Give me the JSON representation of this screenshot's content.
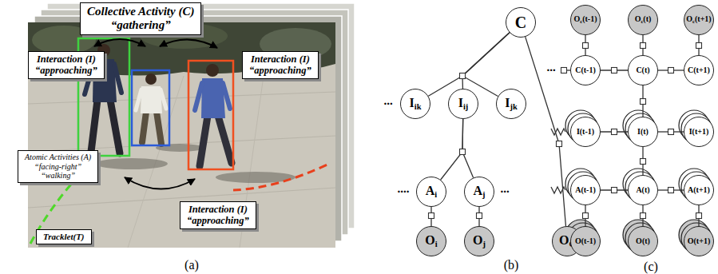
{
  "diagram": {
    "nodes": [
      {
        "text": [
          "Collective Activity (C)",
          "“gathering”"
        ]
      },
      {
        "text": [
          "Interaction (I)",
          "“approaching”"
        ]
      },
      {
        "text": [
          "Interaction (I)",
          "“approaching”"
        ]
      },
      {
        "text": [
          "Atomic Activities (A)",
          "“facing-right”",
          "“walking”"
        ]
      },
      {
        "text": [
          "Interaction (I)",
          "“approaching”"
        ]
      },
      {
        "text": [
          "Tracklet(T)"
        ]
      },
      {
        "text": [
          "C"
        ]
      },
      {
        "text": [
          "Iik"
        ]
      },
      {
        "text": [
          "Iij"
        ]
      },
      {
        "text": [
          "Ijk"
        ]
      },
      {
        "text": [
          "Ai"
        ]
      },
      {
        "text": [
          "Aj"
        ]
      },
      {
        "text": [
          "Oi"
        ]
      },
      {
        "text": [
          "Oj"
        ]
      },
      {
        "text": [
          "OC"
        ]
      },
      {
        "text": [
          "Oc(t-1)"
        ]
      },
      {
        "text": [
          "Oc(t)"
        ]
      },
      {
        "text": [
          "Oc(t+1)"
        ]
      },
      {
        "text": [
          "C(t-1)"
        ]
      },
      {
        "text": [
          "C(t)"
        ]
      },
      {
        "text": [
          "C(t+1)"
        ]
      },
      {
        "text": [
          "I(t-1)"
        ]
      },
      {
        "text": [
          "I(t)"
        ]
      },
      {
        "text": [
          "I(t+1)"
        ]
      },
      {
        "text": [
          "A(t-1)"
        ]
      },
      {
        "text": [
          "A(t)"
        ]
      },
      {
        "text": [
          "A(t+1)"
        ]
      },
      {
        "text": [
          "O(t-1)"
        ]
      },
      {
        "text": [
          "O(t)"
        ]
      },
      {
        "text": [
          "O(t+1)"
        ]
      }
    ],
    "edges": [
      {
        "from": 6,
        "to": 7,
        "arrow": "none"
      },
      {
        "from": 6,
        "to": 8,
        "arrow": "none"
      },
      {
        "from": 6,
        "to": 9,
        "arrow": "none"
      },
      {
        "from": 6,
        "to": 14,
        "arrow": "none"
      },
      {
        "from": 8,
        "to": 10,
        "arrow": "none"
      },
      {
        "from": 8,
        "to": 11,
        "arrow": "none"
      },
      {
        "from": 10,
        "to": 12,
        "arrow": "none"
      },
      {
        "from": 11,
        "to": 13,
        "arrow": "none"
      },
      {
        "from": 15,
        "to": 18,
        "arrow": "none"
      },
      {
        "from": 16,
        "to": 19,
        "arrow": "none"
      },
      {
        "from": 17,
        "to": 20,
        "arrow": "none"
      },
      {
        "from": 18,
        "to": 19,
        "arrow": "none"
      },
      {
        "from": 19,
        "to": 20,
        "arrow": "none"
      },
      {
        "from": 19,
        "to": 22,
        "arrow": "none"
      },
      {
        "from": 21,
        "to": 22,
        "arrow": "none"
      },
      {
        "from": 22,
        "to": 23,
        "arrow": "none"
      },
      {
        "from": 22,
        "to": 25,
        "arrow": "none"
      },
      {
        "from": 24,
        "to": 25,
        "arrow": "none"
      },
      {
        "from": 25,
        "to": 26,
        "arrow": "none"
      },
      {
        "from": 24,
        "to": 27,
        "arrow": "none"
      },
      {
        "from": 25,
        "to": 28,
        "arrow": "none"
      },
      {
        "from": 26,
        "to": 29,
        "arrow": "none"
      }
    ],
    "labels": [
      "...",
      "....",
      "...",
      "...",
      "(a)",
      "(b)",
      "(c)"
    ]
  }
}
